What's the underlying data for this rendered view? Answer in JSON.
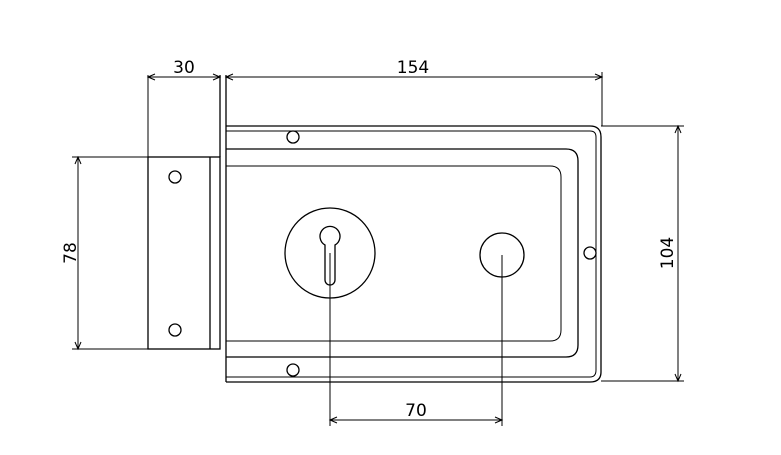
{
  "drawing": {
    "dimensions": {
      "bracket_width": "30",
      "overall_width": "154",
      "bracket_height": "78",
      "overall_height": "104",
      "hole_spacing": "70"
    }
  }
}
